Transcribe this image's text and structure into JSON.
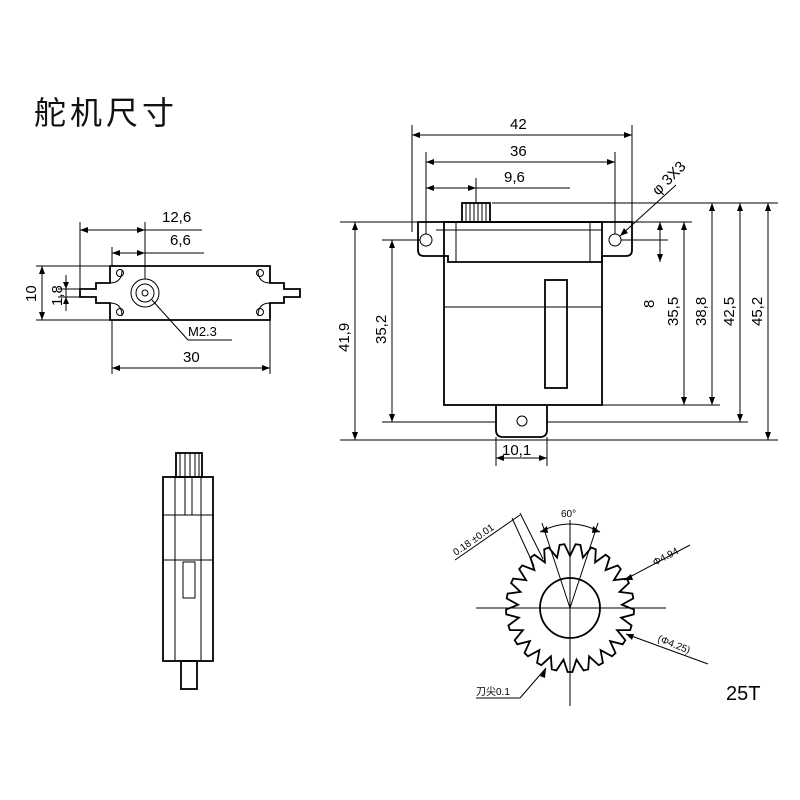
{
  "title": "舵机尺寸",
  "top_view": {
    "dim_12_6": "12,6",
    "dim_6_6": "6,6",
    "dim_10": "10",
    "dim_1_8": "1,8",
    "dim_30": "30",
    "callout_m2_3": "M2.3"
  },
  "front_view": {
    "dim_42": "42",
    "dim_36": "36",
    "dim_9_6": "9,6",
    "dim_hole": "φ 3X3",
    "dim_8": "8",
    "dim_35_5": "35,5",
    "dim_38_8": "38,8",
    "dim_42_5": "42,5",
    "dim_45_2": "45,2",
    "dim_41_9": "41,9",
    "dim_35_2": "35,2",
    "dim_10_1": "10,1"
  },
  "gear_view": {
    "angle": "60°",
    "pitch_tol": "0.18 ±0.01",
    "outer_dia": "Φ4.94",
    "inner_dia": "(Φ4.25)",
    "tip_note": "刀尖0.1",
    "teeth": "25T"
  }
}
